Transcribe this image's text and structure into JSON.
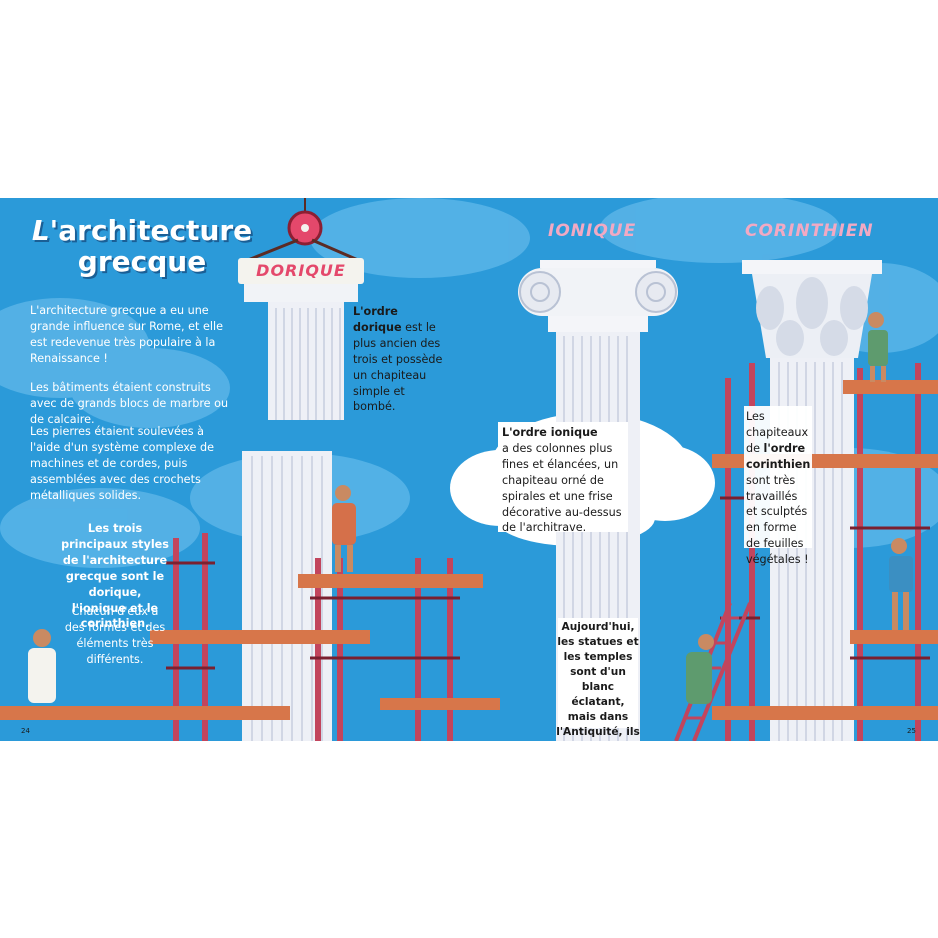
{
  "title": {
    "line1_italic": "L'",
    "line1_rest": "architecture",
    "line2": "grecque"
  },
  "labels": {
    "dorique": "DORIQUE",
    "ionique": "IONIQUE",
    "corinthien": "CORINTHIEN"
  },
  "intro": {
    "p1": "L'architecture grecque a eu une grande influence sur Rome, et elle est redevenue très populaire à la Renaissance !",
    "p2": "Les bâtiments étaient construits avec de grands blocs de marbre ou de calcaire.",
    "p3": "Les pierres étaient soulevées à l'aide d'un système complexe de machines et de cordes, puis assemblées avec des crochets métalliques solides."
  },
  "styles_note": {
    "p1": "Les trois principaux styles de l'architecture grecque sont le dorique, l'ionique et le corinthien.",
    "p2": "Chacun d'eux a des formes et des éléments très différents."
  },
  "dorique_text": {
    "bold": "L'ordre dorique",
    "rest": "est le plus ancien des trois et possède un chapiteau simple et bombé."
  },
  "ionique_text": {
    "bold": "L'ordre ionique",
    "rest": "a des colonnes plus fines et élancées, un chapiteau orné de spirales et une frise décorative au-dessus de l'architrave."
  },
  "corinthien_text": {
    "pre": "Les chapiteaux de",
    "bold": "l'ordre corinthien",
    "rest": "sont très travaillés et sculptés en forme de feuilles végétales !"
  },
  "statues_text": "Aujourd'hui, les statues et les temples sont d'un blanc éclatant, mais dans l'Antiquité, ils étaient colorés !",
  "page_numbers": {
    "left": "24",
    "right": "25"
  },
  "colors": {
    "sky": "#2b9ad9",
    "pink": "#e4486b",
    "scaffold": "#c2455d",
    "plank": "#d7764a",
    "marble": "#f1f3f7"
  }
}
